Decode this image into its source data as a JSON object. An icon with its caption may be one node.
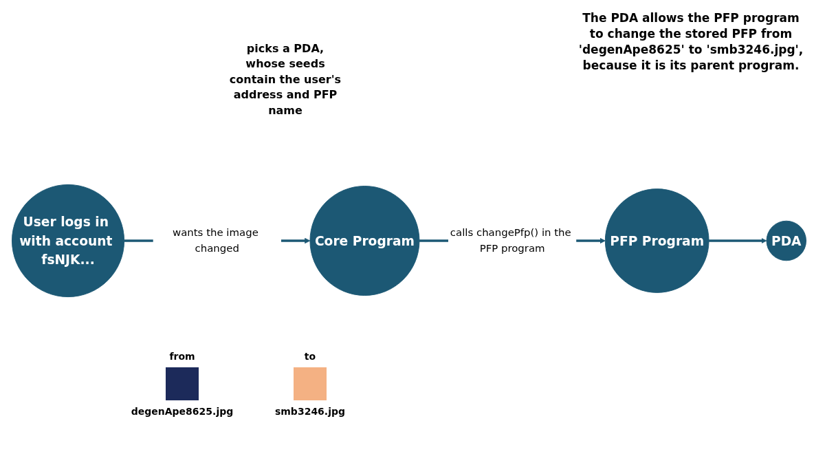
{
  "diagram": {
    "nodes": [
      {
        "text": [
          "User logs in with account fsNJK..."
        ]
      },
      {
        "text": [
          "Core Program"
        ]
      },
      {
        "text": [
          "PFP Program"
        ]
      },
      {
        "text": [
          "PDA"
        ]
      }
    ],
    "edges": [
      {
        "from": 0,
        "to": 1,
        "arrow": "to",
        "label": "wants the image changed"
      },
      {
        "from": 1,
        "to": 2,
        "arrow": "to",
        "label": "calls changePfp() in the PFP program"
      },
      {
        "from": 2,
        "to": 3,
        "arrow": "to"
      }
    ],
    "labels": [
      "The PDA allows the PFP program to change the stored PFP from 'degenApe8625' to 'smb3246.jpg', because it is its parent program.",
      "picks a PDA, whose seeds contain the user's address and PFP name",
      "from",
      "to",
      "degenApe8625.jpg",
      "smb3246.jpg"
    ]
  }
}
